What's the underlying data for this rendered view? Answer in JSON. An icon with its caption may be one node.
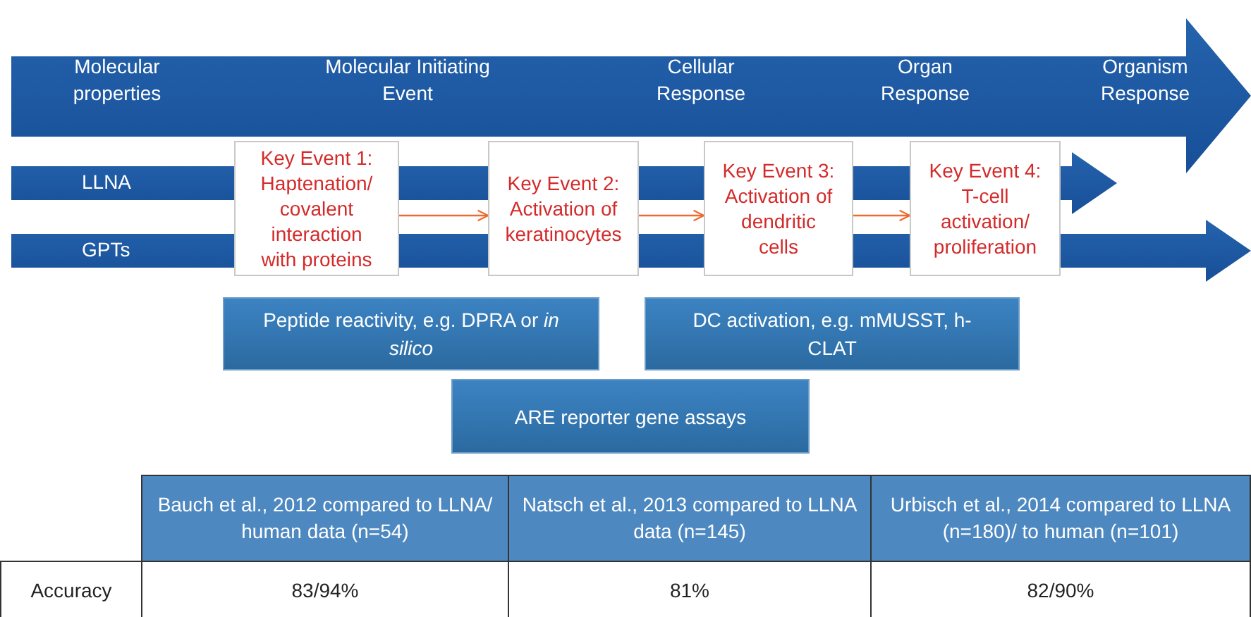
{
  "diagram": {
    "nodes": [
      {
        "text": [
          "Molecular properties",
          "Molecular Initiating Event",
          "Cellular Response",
          "Organ Response",
          "Organism Response"
        ]
      },
      {
        "text": [
          "LLNA"
        ]
      },
      {
        "text": [
          "GPTs"
        ]
      },
      {
        "text": [
          "Key Event 1: Haptenation/ covalent interaction with proteins"
        ]
      },
      {
        "text": [
          "Key Event 2: Activation of keratinocytes"
        ]
      },
      {
        "text": [
          "Key Event 3: Activation of dendritic cells"
        ]
      },
      {
        "text": [
          "Key Event 4: T-cell activation/ proliferation"
        ]
      },
      {
        "text": [
          "Peptide reactivity, e.g. DPRA or *in silico*"
        ]
      },
      {
        "text": [
          "DC activation, e.g. mMUSST, h-CLAT"
        ]
      },
      {
        "text": [
          "ARE reporter gene assays"
        ]
      }
    ],
    "edges": [
      {
        "from": 3,
        "to": 4,
        "arrow": "to"
      },
      {
        "from": 4,
        "to": 5,
        "arrow": "to"
      },
      {
        "from": 5,
        "to": 6,
        "arrow": "to"
      }
    ],
    "labels": [
      "Bauch et al., 2012 compared to LLNA/ human data (n=54)",
      "Natsch et al., 2013 compared to LLNA data (n=145)",
      "Urbisch et al., 2014 compared to LLNA (n=180)/ to human (n=101)",
      "Accuracy",
      "83/94%",
      "81%",
      "82/90%"
    ]
  }
}
